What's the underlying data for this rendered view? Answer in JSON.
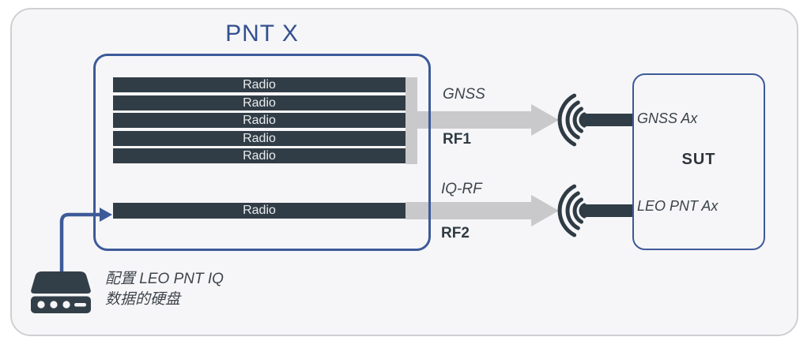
{
  "diagram": {
    "title": "PNT X",
    "pntx": {
      "radios": [
        "Radio",
        "Radio",
        "Radio",
        "Radio",
        "Radio"
      ],
      "iq_radio": "Radio"
    },
    "paths": {
      "rf1": {
        "signal": "GNSS",
        "port": "RF1"
      },
      "rf2": {
        "signal": "IQ-RF",
        "port": "RF2"
      }
    },
    "sut": {
      "title": "SUT",
      "antenna_top": "GNSS Ax",
      "antenna_bottom": "LEO PNT Ax"
    },
    "disk": {
      "caption_line1": "配置 LEO PNT IQ",
      "caption_line2": "数据的硬盘"
    },
    "icons": {
      "antenna_top": "antenna-icon",
      "antenna_bottom": "antenna-icon",
      "disk": "hard-disk-icon"
    },
    "colors": {
      "accent_blue": "#3d5a99",
      "title_blue": "#33508e",
      "dark_slate": "#313d46",
      "arrow_gray": "#c9c9cb",
      "frame_bg": "#f6f6f8"
    }
  }
}
